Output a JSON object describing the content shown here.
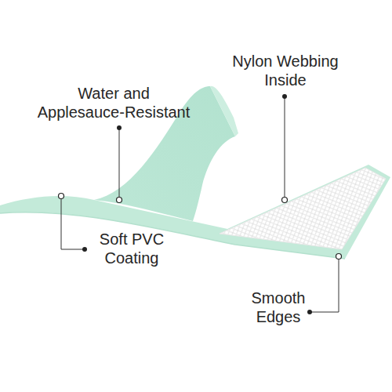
{
  "diagram": {
    "labels": [
      "Nylon Webbing Inside",
      "Water and Applesauce-Resistant",
      "Soft PVC Coating",
      "Smooth Edges"
    ]
  }
}
